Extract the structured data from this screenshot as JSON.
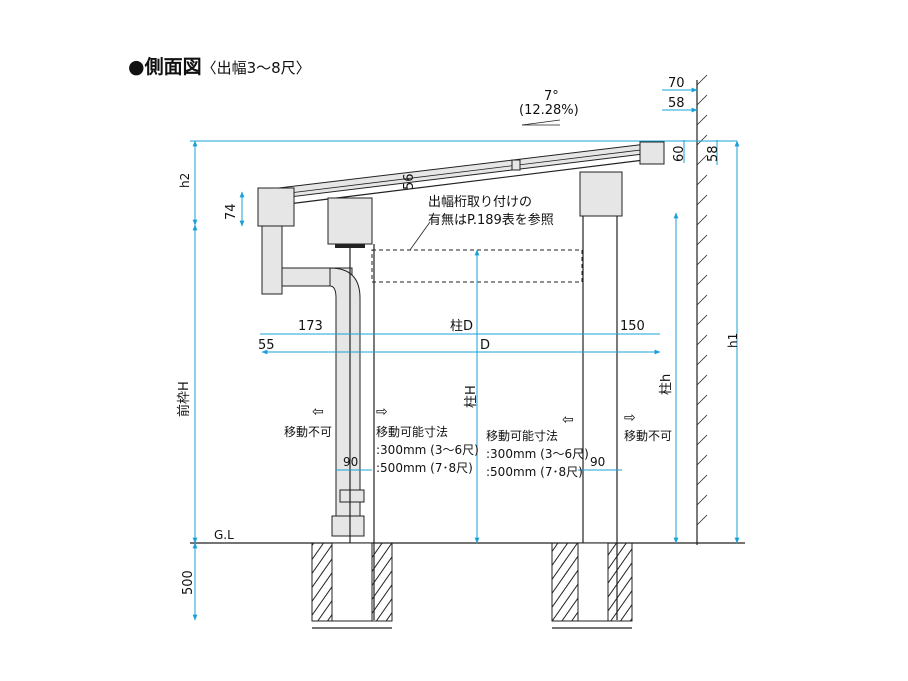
{
  "title": {
    "main": "●側面図",
    "sub": "〈出幅3〜8尺〉"
  },
  "slope": {
    "angle": "7°",
    "ratio": "(12.28%)"
  },
  "dims": {
    "d70": "70",
    "d58a": "58",
    "d60": "60",
    "d58b": "58",
    "d56": "56",
    "d74": "74",
    "d173": "173",
    "pillarD": "柱D",
    "d150": "150",
    "d55": "55",
    "D": "D",
    "d90a": "90",
    "d90b": "90",
    "d500": "500"
  },
  "labels": {
    "h2": "h2",
    "h1": "h1",
    "frontH": "前枠H",
    "pillarH": "柱H",
    "pillarh": "柱h",
    "gl": "G.L"
  },
  "note": {
    "line1": "出幅桁取り付けの",
    "line2": "有無はP.189表を参照"
  },
  "movement": {
    "left_fixed": "移動不可",
    "left_movable": "移動可能寸法",
    "left_r1": ":300mm (3〜6尺)",
    "left_r2": ":500mm (7･8尺)",
    "right_movable": "移動可能寸法",
    "right_r1": ":300mm (3〜6尺)",
    "right_r2": ":500mm (7･8尺)",
    "right_fixed": "移動不可"
  },
  "colors": {
    "dimension": "#1aa0d8",
    "line": "#222222"
  }
}
